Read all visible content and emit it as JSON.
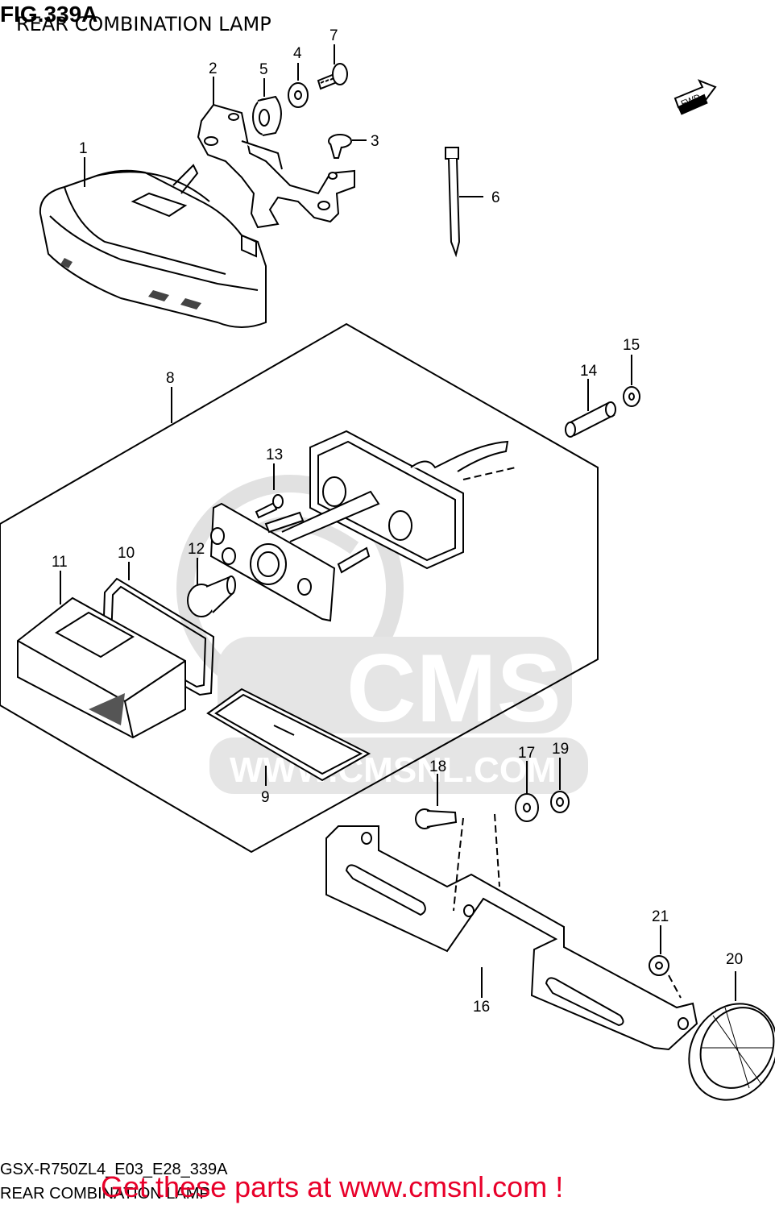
{
  "header": {
    "figure": "FIG.339A",
    "title": "REAR COMBINATION LAMP"
  },
  "callouts": [
    "1",
    "2",
    "3",
    "4",
    "5",
    "6",
    "7",
    "8",
    "9",
    "10",
    "11",
    "12",
    "13",
    "14",
    "15",
    "16",
    "17",
    "18",
    "19",
    "20",
    "21"
  ],
  "fwd_label": "FWD",
  "watermark": {
    "logo_text": "CMS",
    "url_text": "WWW.CMSNL.COM"
  },
  "footer": {
    "model_code": "GSX-R750ZL4_E03_E28_339A",
    "name": "REAR COMBINATION LAMP",
    "cta": "Get these parts at www.cmsnl.com !"
  },
  "colors": {
    "line": "#000000",
    "cta": "#e8002a",
    "watermark": "#d9d9d9"
  }
}
